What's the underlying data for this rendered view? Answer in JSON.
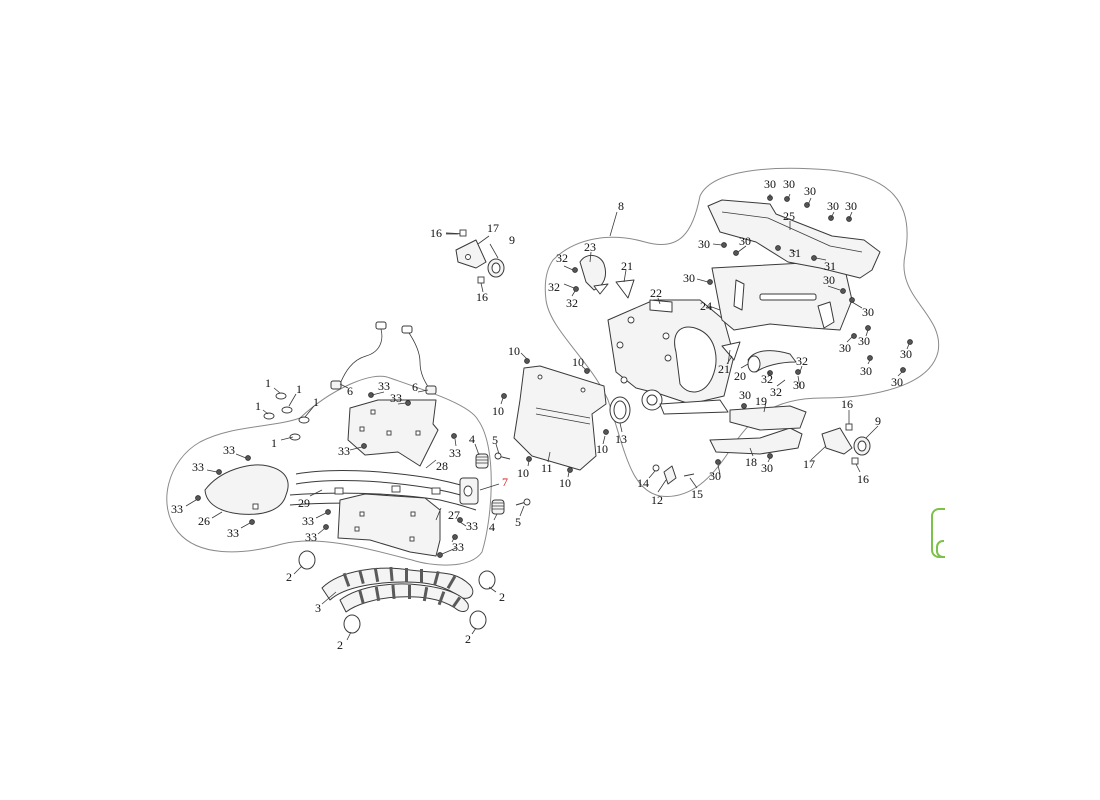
{
  "diagram": {
    "callouts": [
      {
        "id": "c1a",
        "label": "1"
      },
      {
        "id": "c1b",
        "label": "1"
      },
      {
        "id": "c1c",
        "label": "1"
      },
      {
        "id": "c1d",
        "label": "1"
      },
      {
        "id": "c1e",
        "label": "1"
      },
      {
        "id": "c2a",
        "label": "2"
      },
      {
        "id": "c2b",
        "label": "2"
      },
      {
        "id": "c2c",
        "label": "2"
      },
      {
        "id": "c2d",
        "label": "2"
      },
      {
        "id": "c3",
        "label": "3"
      },
      {
        "id": "c4a",
        "label": "4"
      },
      {
        "id": "c4b",
        "label": "4"
      },
      {
        "id": "c5a",
        "label": "5"
      },
      {
        "id": "c5b",
        "label": "5"
      },
      {
        "id": "c6a",
        "label": "6"
      },
      {
        "id": "c6b",
        "label": "6"
      },
      {
        "id": "c7",
        "label": "7",
        "highlight": true
      },
      {
        "id": "c8",
        "label": "8"
      },
      {
        "id": "c9a",
        "label": "9"
      },
      {
        "id": "c9b",
        "label": "9"
      },
      {
        "id": "c10a",
        "label": "10"
      },
      {
        "id": "c10b",
        "label": "10"
      },
      {
        "id": "c10c",
        "label": "10"
      },
      {
        "id": "c10d",
        "label": "10"
      },
      {
        "id": "c10e",
        "label": "10"
      },
      {
        "id": "c10f",
        "label": "10"
      },
      {
        "id": "c11",
        "label": "11"
      },
      {
        "id": "c12",
        "label": "12"
      },
      {
        "id": "c13",
        "label": "13"
      },
      {
        "id": "c14",
        "label": "14"
      },
      {
        "id": "c15",
        "label": "15"
      },
      {
        "id": "c16a",
        "label": "16"
      },
      {
        "id": "c16b",
        "label": "16"
      },
      {
        "id": "c16c",
        "label": "16"
      },
      {
        "id": "c16d",
        "label": "16"
      },
      {
        "id": "c17a",
        "label": "17"
      },
      {
        "id": "c17b",
        "label": "17"
      },
      {
        "id": "c18",
        "label": "18"
      },
      {
        "id": "c19",
        "label": "19"
      },
      {
        "id": "c20",
        "label": "20"
      },
      {
        "id": "c21a",
        "label": "21"
      },
      {
        "id": "c21b",
        "label": "21"
      },
      {
        "id": "c22",
        "label": "22"
      },
      {
        "id": "c23",
        "label": "23"
      },
      {
        "id": "c24",
        "label": "24"
      },
      {
        "id": "c25",
        "label": "25"
      },
      {
        "id": "c26",
        "label": "26"
      },
      {
        "id": "c27",
        "label": "27"
      },
      {
        "id": "c28",
        "label": "28"
      },
      {
        "id": "c29",
        "label": "29"
      },
      {
        "id": "c30a",
        "label": "30"
      },
      {
        "id": "c30b",
        "label": "30"
      },
      {
        "id": "c30c",
        "label": "30"
      },
      {
        "id": "c30d",
        "label": "30"
      },
      {
        "id": "c30e",
        "label": "30"
      },
      {
        "id": "c30f",
        "label": "30"
      },
      {
        "id": "c30g",
        "label": "30"
      },
      {
        "id": "c30h",
        "label": "30"
      },
      {
        "id": "c30i",
        "label": "30"
      },
      {
        "id": "c30j",
        "label": "30"
      },
      {
        "id": "c30k",
        "label": "30"
      },
      {
        "id": "c30l",
        "label": "30"
      },
      {
        "id": "c30m",
        "label": "30"
      },
      {
        "id": "c30n",
        "label": "30"
      },
      {
        "id": "c30o",
        "label": "30"
      },
      {
        "id": "c30p",
        "label": "30"
      },
      {
        "id": "c30q",
        "label": "30"
      },
      {
        "id": "c30r",
        "label": "30"
      },
      {
        "id": "c31a",
        "label": "31"
      },
      {
        "id": "c31b",
        "label": "31"
      },
      {
        "id": "c32a",
        "label": "32"
      },
      {
        "id": "c32b",
        "label": "32"
      },
      {
        "id": "c32c",
        "label": "32"
      },
      {
        "id": "c32d",
        "label": "32"
      },
      {
        "id": "c32e",
        "label": "32"
      },
      {
        "id": "c32f",
        "label": "32"
      },
      {
        "id": "c33a",
        "label": "33"
      },
      {
        "id": "c33b",
        "label": "33"
      },
      {
        "id": "c33c",
        "label": "33"
      },
      {
        "id": "c33d",
        "label": "33"
      },
      {
        "id": "c33e",
        "label": "33"
      },
      {
        "id": "c33f",
        "label": "33"
      },
      {
        "id": "c33g",
        "label": "33"
      },
      {
        "id": "c33h",
        "label": "33"
      },
      {
        "id": "c33i",
        "label": "33"
      },
      {
        "id": "c33j",
        "label": "33"
      },
      {
        "id": "c33k",
        "label": "33"
      },
      {
        "id": "c33l",
        "label": "33"
      },
      {
        "id": "c33m",
        "label": "33"
      }
    ],
    "colors": {
      "line": "#3a3a3a",
      "outline": "#8a8a8a",
      "highlight": "#d4141c",
      "tab_accent": "#7cc24a"
    }
  }
}
